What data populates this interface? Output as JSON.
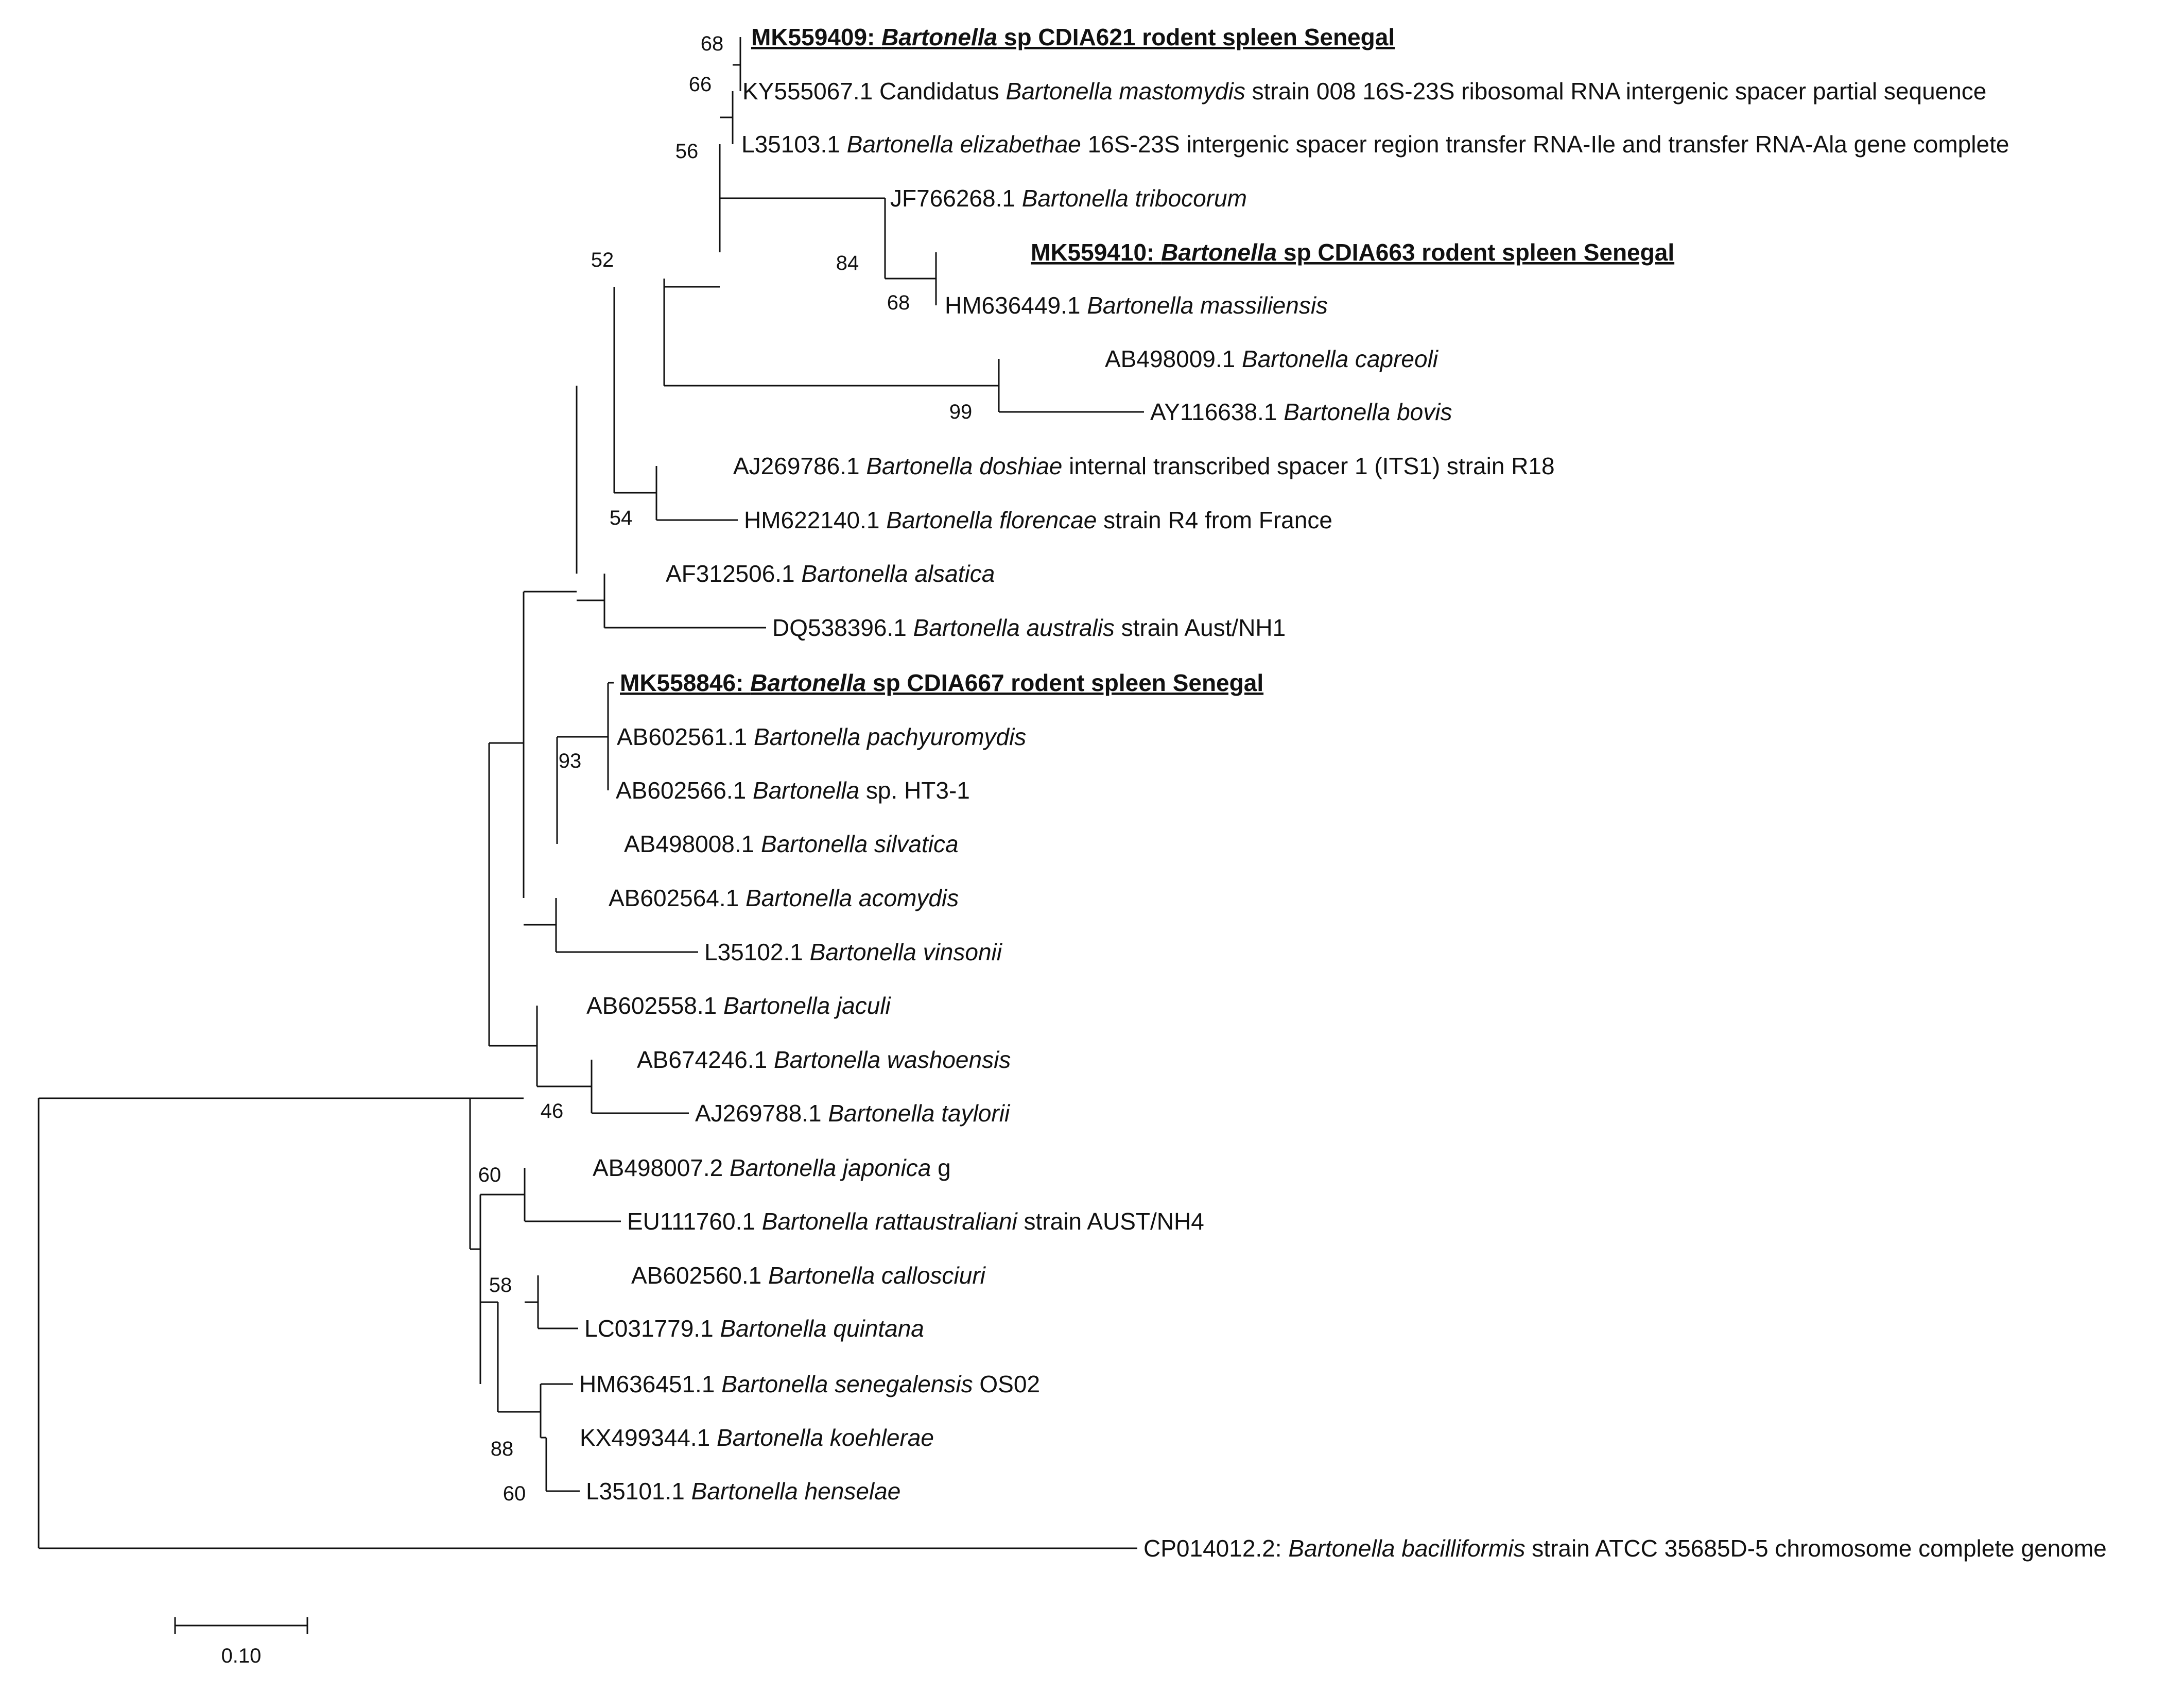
{
  "tree": {
    "taxa": [
      {
        "id": "MK559409",
        "parts": [
          {
            "t": "MK559409: "
          },
          {
            "t": "Bartonella",
            "i": true
          },
          {
            "t": " sp CDIA621 rodent spleen Senegal"
          }
        ],
        "highlight": true
      },
      {
        "id": "KY555067",
        "parts": [
          {
            "t": "KY555067.1 Candidatus "
          },
          {
            "t": "Bartonella mastomydis",
            "i": true
          },
          {
            "t": " strain 008 16S-23S ribosomal RNA  intergenic spacer partial sequence"
          }
        ]
      },
      {
        "id": "L35103",
        "parts": [
          {
            "t": "L35103.1 "
          },
          {
            "t": "Bartonella elizabethae",
            "i": true
          },
          {
            "t": " 16S-23S intergenic spacer region transfer RNA-Ile and transfer RNA-Ala gene complete"
          }
        ]
      },
      {
        "id": "JF766268",
        "parts": [
          {
            "t": "JF766268.1 "
          },
          {
            "t": "Bartonella tribocorum",
            "i": true
          }
        ]
      },
      {
        "id": "MK559410",
        "parts": [
          {
            "t": "MK559410: "
          },
          {
            "t": "Bartonella",
            "i": true
          },
          {
            "t": " sp CDIA663 rodent spleen Senegal"
          }
        ],
        "highlight": true
      },
      {
        "id": "HM636449",
        "parts": [
          {
            "t": "HM636449.1 "
          },
          {
            "t": "Bartonella massiliensis",
            "i": true
          }
        ]
      },
      {
        "id": "AB498009",
        "parts": [
          {
            "t": "AB498009.1 "
          },
          {
            "t": "Bartonella capreoli",
            "i": true
          }
        ]
      },
      {
        "id": "AY116638",
        "parts": [
          {
            "t": "AY116638.1 "
          },
          {
            "t": "Bartonella bovis",
            "i": true
          }
        ]
      },
      {
        "id": "AJ269786",
        "parts": [
          {
            "t": "AJ269786.1 "
          },
          {
            "t": "Bartonella doshiae",
            "i": true
          },
          {
            "t": " internal transcribed spacer 1 (ITS1) strain R18"
          }
        ]
      },
      {
        "id": "HM622140",
        "parts": [
          {
            "t": "HM622140.1 "
          },
          {
            "t": "Bartonella florencae",
            "i": true
          },
          {
            "t": " strain R4  from France"
          }
        ]
      },
      {
        "id": "AF312506",
        "parts": [
          {
            "t": "AF312506.1 "
          },
          {
            "t": "Bartonella alsatica",
            "i": true
          }
        ]
      },
      {
        "id": "DQ538396",
        "parts": [
          {
            "t": "DQ538396.1 "
          },
          {
            "t": "Bartonella australis",
            "i": true
          },
          {
            "t": " strain Aust/NH1"
          }
        ]
      },
      {
        "id": "MK558846",
        "parts": [
          {
            "t": "MK558846: "
          },
          {
            "t": "Bartonella",
            "i": true
          },
          {
            "t": " sp CDIA667 rodent spleen Senegal"
          }
        ],
        "highlight": true
      },
      {
        "id": "AB602561",
        "parts": [
          {
            "t": "AB602561.1 "
          },
          {
            "t": "Bartonella pachyuromydis",
            "i": true
          }
        ]
      },
      {
        "id": "AB602566",
        "parts": [
          {
            "t": "AB602566.1 "
          },
          {
            "t": "Bartonella",
            "i": true
          },
          {
            "t": " sp. HT3-1"
          }
        ]
      },
      {
        "id": "AB498008",
        "parts": [
          {
            "t": "AB498008.1 "
          },
          {
            "t": "Bartonella silvatica",
            "i": true
          }
        ]
      },
      {
        "id": "AB602564",
        "parts": [
          {
            "t": "AB602564.1 "
          },
          {
            "t": "Bartonella acomydis",
            "i": true
          }
        ]
      },
      {
        "id": "L35102",
        "parts": [
          {
            "t": "L35102.1 "
          },
          {
            "t": "Bartonella vinsonii",
            "i": true
          }
        ]
      },
      {
        "id": "AB602558",
        "parts": [
          {
            "t": "AB602558.1 "
          },
          {
            "t": "Bartonella jaculi",
            "i": true
          }
        ]
      },
      {
        "id": "AB674246",
        "parts": [
          {
            "t": "AB674246.1 "
          },
          {
            "t": "Bartonella washoensis",
            "i": true
          }
        ]
      },
      {
        "id": "AJ269788",
        "parts": [
          {
            "t": "AJ269788.1 "
          },
          {
            "t": "Bartonella taylorii",
            "i": true
          }
        ]
      },
      {
        "id": "AB498007",
        "parts": [
          {
            "t": "AB498007.2 "
          },
          {
            "t": "Bartonella japonica",
            "i": true
          },
          {
            "t": " g"
          }
        ]
      },
      {
        "id": "EU111760",
        "parts": [
          {
            "t": "EU111760.1  "
          },
          {
            "t": "Bartonella rattaustraliani",
            "i": true
          },
          {
            "t": " strain AUST/NH4"
          }
        ]
      },
      {
        "id": "AB602560",
        "parts": [
          {
            "t": "AB602560.1 "
          },
          {
            "t": "Bartonella callosciuri",
            "i": true
          }
        ]
      },
      {
        "id": "LC031779",
        "parts": [
          {
            "t": "LC031779.1  "
          },
          {
            "t": "Bartonella quintana",
            "i": true
          }
        ]
      },
      {
        "id": "HM636451",
        "parts": [
          {
            "t": "HM636451.1  "
          },
          {
            "t": "Bartonella senegalensis",
            "i": true
          },
          {
            "t": " OS02"
          }
        ]
      },
      {
        "id": "KX499344",
        "parts": [
          {
            "t": "KX499344.1 "
          },
          {
            "t": "Bartonella koehlerae",
            "i": true
          }
        ]
      },
      {
        "id": "L35101",
        "parts": [
          {
            "t": "L35101.1 "
          },
          {
            "t": "Bartonella henselae",
            "i": true
          }
        ]
      },
      {
        "id": "CP014012",
        "parts": [
          {
            "t": "CP014012.2:  "
          },
          {
            "t": "Bartonella bacilliformis",
            "i": true
          },
          {
            "t": " strain ATCC 35685D-5 chromosome complete genome"
          }
        ]
      }
    ],
    "bootstrap_values": [
      "68",
      "66",
      "56",
      "84",
      "68",
      "52",
      "99",
      "54",
      "93",
      "46",
      "60",
      "58",
      "88",
      "60"
    ],
    "scale_bar": {
      "value": 0.1,
      "label": "0.10"
    }
  }
}
